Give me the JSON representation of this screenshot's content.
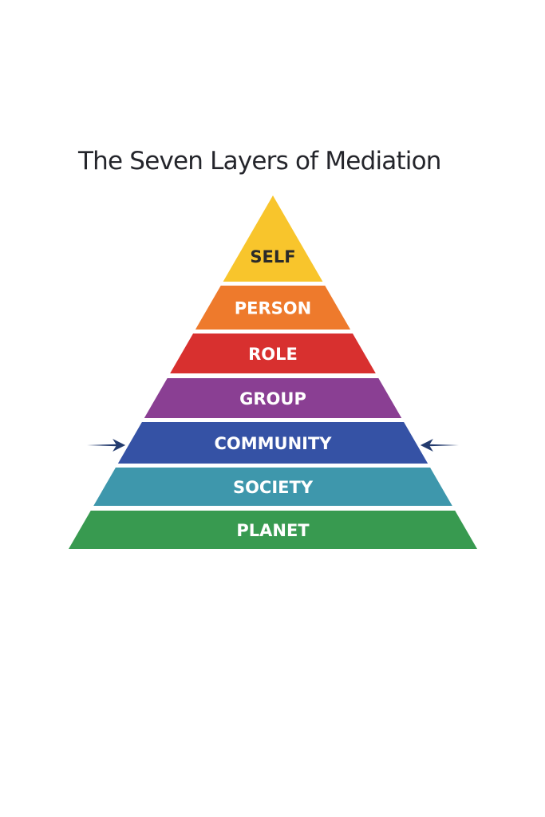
{
  "title": "The Seven Layers of Mediation",
  "layers": [
    {
      "label": "SELF",
      "color": "#f8c52c",
      "text_color": "#2a2a2a"
    },
    {
      "label": "PERSON",
      "color": "#ee7a2c",
      "text_color": "#ffffff"
    },
    {
      "label": "ROLE",
      "color": "#d8302f",
      "text_color": "#ffffff"
    },
    {
      "label": "GROUP",
      "color": "#8a3f93",
      "text_color": "#ffffff"
    },
    {
      "label": "COMMUNITY",
      "color": "#3552a5",
      "text_color": "#ffffff"
    },
    {
      "label": "SOCIETY",
      "color": "#3e97ac",
      "text_color": "#ffffff"
    },
    {
      "label": "PLANET",
      "color": "#389a50",
      "text_color": "#ffffff"
    }
  ],
  "arrows": {
    "target_layer": "COMMUNITY",
    "color": "#233b6e",
    "sides": [
      "left",
      "right"
    ]
  }
}
